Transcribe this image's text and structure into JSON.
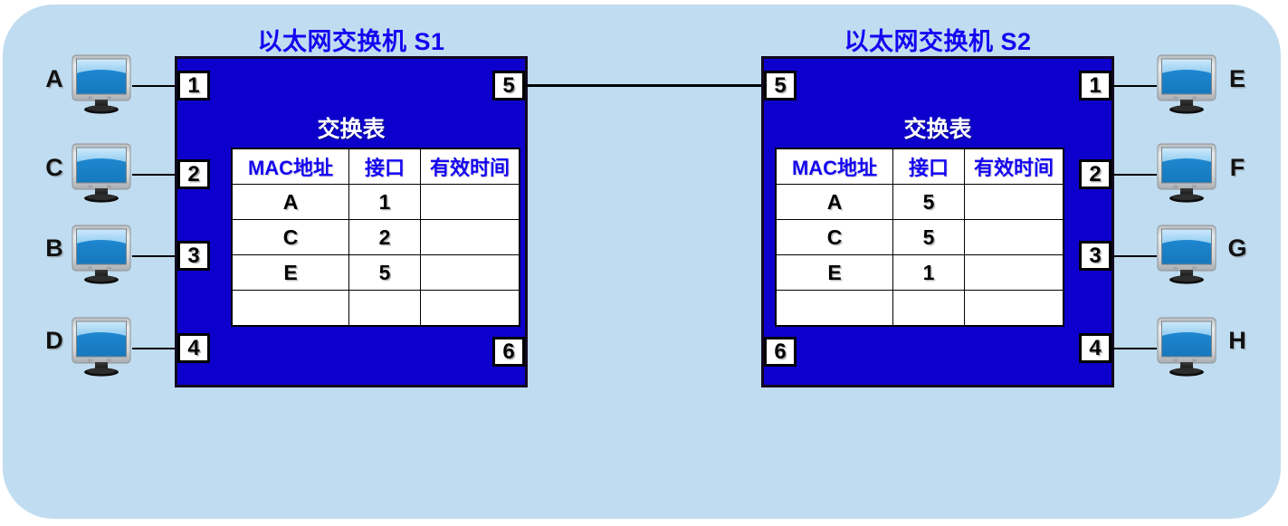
{
  "diagram": {
    "title_s1": "以太网交换机 S1",
    "title_s2": "以太网交换机 S2",
    "table_caption": "交换表",
    "table_headers": [
      "MAC地址",
      "接口",
      "有效时间"
    ],
    "colors": {
      "background": "#c0dcf0",
      "switch_body": "#0d00cc",
      "title_text": "#1505f0",
      "header_text": "#1505f0",
      "caption_text": "#ffffff",
      "wire": "#000000"
    }
  },
  "switch_s1": {
    "name": "S1",
    "ports": {
      "p1": "1",
      "p2": "2",
      "p3": "3",
      "p4": "4",
      "p5": "5",
      "p6": "6"
    },
    "table_rows": [
      {
        "mac": "A",
        "port": "1",
        "ttl": ""
      },
      {
        "mac": "C",
        "port": "2",
        "ttl": ""
      },
      {
        "mac": "E",
        "port": "5",
        "ttl": ""
      },
      {
        "mac": "",
        "port": "",
        "ttl": ""
      }
    ]
  },
  "switch_s2": {
    "name": "S2",
    "ports": {
      "p1": "1",
      "p2": "2",
      "p3": "3",
      "p4": "4",
      "p5": "5",
      "p6": "6"
    },
    "table_rows": [
      {
        "mac": "A",
        "port": "5",
        "ttl": ""
      },
      {
        "mac": "C",
        "port": "5",
        "ttl": ""
      },
      {
        "mac": "E",
        "port": "1",
        "ttl": ""
      },
      {
        "mac": "",
        "port": "",
        "ttl": ""
      }
    ]
  },
  "hosts_left": [
    {
      "label": "A",
      "connected_port": "1"
    },
    {
      "label": "C",
      "connected_port": "2"
    },
    {
      "label": "B",
      "connected_port": "3"
    },
    {
      "label": "D",
      "connected_port": "4"
    }
  ],
  "hosts_right": [
    {
      "label": "E",
      "connected_port": "1"
    },
    {
      "label": "F",
      "connected_port": "2"
    },
    {
      "label": "G",
      "connected_port": "3"
    },
    {
      "label": "H",
      "connected_port": "4"
    }
  ],
  "trunk_link": {
    "from": "S1 port 5",
    "to": "S2 port 5"
  }
}
